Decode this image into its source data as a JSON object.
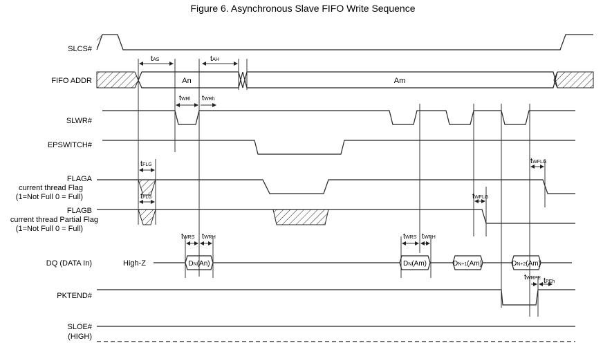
{
  "title": "Figure 6. Asynchronous Slave FIFO Write Sequence",
  "signals": {
    "slcs": "SLCS#",
    "fifo_addr": "FIFO ADDR",
    "slwr": "SLWR#",
    "epswitch": "EPSWITCH#",
    "flaga": "FLAGA",
    "flaga_desc1": "current thread Flag",
    "flaga_desc2": "(1=Not Full 0 = Full)",
    "flagb": "FLAGB",
    "flagb_desc1": "current thread Partial Flag",
    "flagb_desc2": "(1=Not Full 0 = Full)",
    "dq": "DQ (DATA In)",
    "pktend": "PKTEND#",
    "sloe": "SLOE#",
    "sloe_state": "(HIGH)"
  },
  "bus_values": {
    "an": "An",
    "am": "Am",
    "high_z": "High-Z",
    "dn_an": {
      "main": "D",
      "sub": "N",
      "rest": "(An)"
    },
    "dn_am": {
      "main": "D",
      "sub": "N",
      "rest": "(Am)"
    },
    "dn1_am": {
      "main": "D",
      "sub": "N+1",
      "rest": "(Am)"
    },
    "dn2_am": {
      "main": "D",
      "sub": "N+2",
      "rest": "(Am)"
    }
  },
  "timings": {
    "tas": {
      "t": "t",
      "sub": "AS"
    },
    "tah": {
      "t": "t",
      "sub": "AH"
    },
    "twrl": {
      "t": "t",
      "sub": "WRl"
    },
    "twrh": {
      "t": "t",
      "sub": "WRh"
    },
    "tflg": {
      "t": "t",
      "sub": "FLG"
    },
    "twflg": {
      "t": "t",
      "sub": "WFLG"
    },
    "twrs": {
      "t": "t",
      "sub": "WRS"
    },
    "twrh2": {
      "t": "t",
      "sub": "WRH"
    },
    "twrpe": {
      "t": "t",
      "sub": "WRPE"
    },
    "tpeh": {
      "t": "t",
      "sub": "PEh"
    }
  }
}
